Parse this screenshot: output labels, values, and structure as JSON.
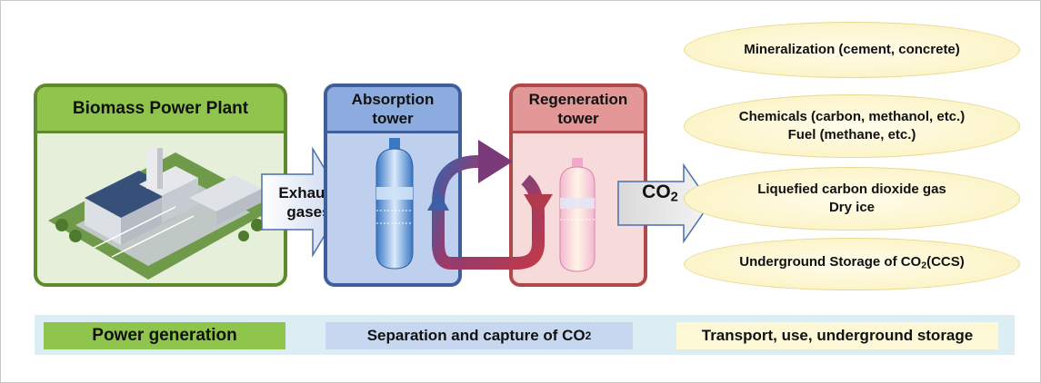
{
  "plant": {
    "title": "Biomass Power Plant"
  },
  "absorption": {
    "title_line1": "Absorption",
    "title_line2": "tower"
  },
  "regeneration": {
    "title_line1": "Regeneration",
    "title_line2": "tower"
  },
  "exhaust": {
    "line1": "Exhaust",
    "line2": "gases"
  },
  "co2_arrow": {
    "text": "CO",
    "sub": "2"
  },
  "uses": {
    "mineralization": "Mineralization (cement, concrete)",
    "chemicals_line1": "Chemicals (carbon, methanol, etc.)",
    "chemicals_line2": "Fuel (methane, etc.)",
    "liquefied_line1": "Liquefied carbon dioxide gas",
    "liquefied_line2": "Dry ice",
    "storage_prefix": "Underground Storage of CO",
    "storage_sub": "2",
    "storage_suffix": "(CCS)"
  },
  "bottom": {
    "power": "Power generation",
    "separation_prefix": "Separation and capture of CO",
    "separation_sub": "2",
    "transport": "Transport, use, underground storage"
  },
  "colors": {
    "green": "#8fc54d",
    "blue": "#8cacdf",
    "red": "#e49797",
    "cream": "#fbf1bb"
  }
}
